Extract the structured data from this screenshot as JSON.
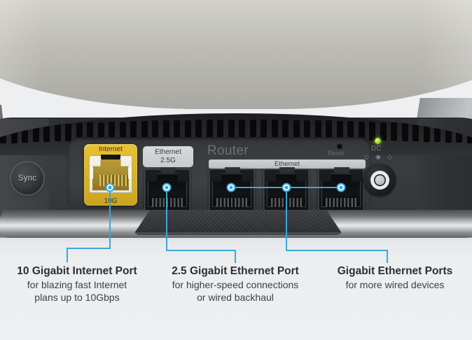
{
  "product": {
    "type": "router-rear-panel-annotated-photo",
    "top_shell": "white-dome",
    "body": "dark-vented-rear-panel"
  },
  "panel": {
    "sync_button": {
      "label": "Sync",
      "name": "sync-button"
    },
    "internet_port": {
      "label_top": "Internet",
      "label_bottom": "10G",
      "color": "#dcb72c",
      "jack": "rj45-gold"
    },
    "ethernet_25g": {
      "label_line1": "Ethernet",
      "label_line2": "2.5G",
      "jack": "rj45-black"
    },
    "router_group": {
      "heading": "Router",
      "bar_label": "Ethernet",
      "ports": [
        "rj45-black",
        "rj45-black",
        "rj45-black"
      ]
    },
    "reset": {
      "label": "Reset"
    },
    "power": {
      "led_label": "DC",
      "led_color": "#9bd32b",
      "polarity_symbol": "◇–◉–◇",
      "jack": "dc-barrel-jack"
    }
  },
  "callouts": {
    "accent_color": "#3aa8d8",
    "items": [
      {
        "id": "internet-10g",
        "title": "10 Gigabit Internet Port",
        "sub_line1": "for blazing fast Internet",
        "sub_line2": "plans up to 10Gbps",
        "marker_count": 1
      },
      {
        "id": "ethernet-2-5g",
        "title": "2.5 Gigabit Ethernet Port",
        "sub_line1": "for higher-speed connections",
        "sub_line2": "or wired backhaul",
        "marker_count": 1
      },
      {
        "id": "gigabit-ethernet",
        "title": "Gigabit Ethernet Ports",
        "sub_line1": "for more wired devices",
        "sub_line2": "",
        "marker_count": 3
      }
    ]
  }
}
